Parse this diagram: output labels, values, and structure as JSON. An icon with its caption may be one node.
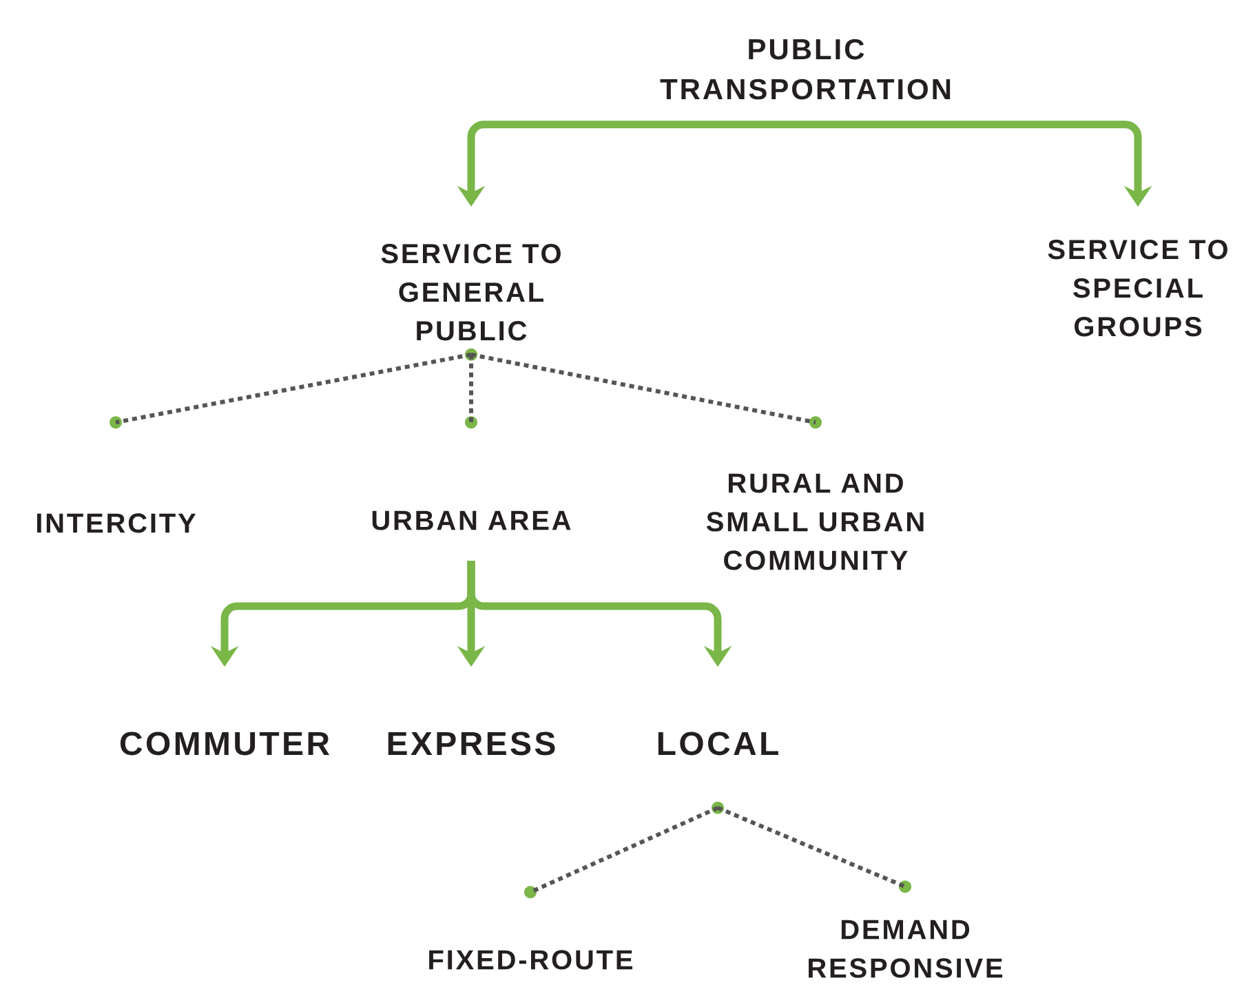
{
  "diagram": {
    "nodes": [
      {
        "text": [
          "PUBLIC TRANSPORTATION"
        ]
      },
      {
        "text": [
          "SERVICE TO GENERAL PUBLIC"
        ]
      },
      {
        "text": [
          "SERVICE TO SPECIAL GROUPS"
        ]
      },
      {
        "text": [
          "INTERCITY"
        ]
      },
      {
        "text": [
          "URBAN AREA"
        ]
      },
      {
        "text": [
          "RURAL AND SMALL URBAN COMMUNITY"
        ]
      },
      {
        "text": [
          "COMMUTER"
        ]
      },
      {
        "text": [
          "EXPRESS"
        ]
      },
      {
        "text": [
          "LOCAL"
        ]
      },
      {
        "text": [
          "FIXED-ROUTE"
        ]
      },
      {
        "text": [
          "DEMAND RESPONSIVE"
        ]
      }
    ],
    "edges": [
      {
        "from": 0,
        "to": 1,
        "arrow": "to",
        "style": "thick"
      },
      {
        "from": 0,
        "to": 2,
        "arrow": "to",
        "style": "thick"
      },
      {
        "from": 1,
        "to": 3,
        "arrow": "none",
        "style": "dashed",
        "color": "#555555"
      },
      {
        "from": 1,
        "to": 4,
        "arrow": "none",
        "style": "dashed",
        "color": "#555555"
      },
      {
        "from": 1,
        "to": 5,
        "arrow": "none",
        "style": "dashed",
        "color": "#555555"
      },
      {
        "from": 4,
        "to": 6,
        "arrow": "to",
        "style": "thick"
      },
      {
        "from": 4,
        "to": 7,
        "arrow": "to",
        "style": "thick"
      },
      {
        "from": 4,
        "to": 8,
        "arrow": "to",
        "style": "thick"
      },
      {
        "from": 8,
        "to": 9,
        "arrow": "none",
        "style": "dashed",
        "color": "#555555"
      },
      {
        "from": 8,
        "to": 10,
        "arrow": "none",
        "style": "dashed",
        "color": "#555555"
      }
    ]
  }
}
